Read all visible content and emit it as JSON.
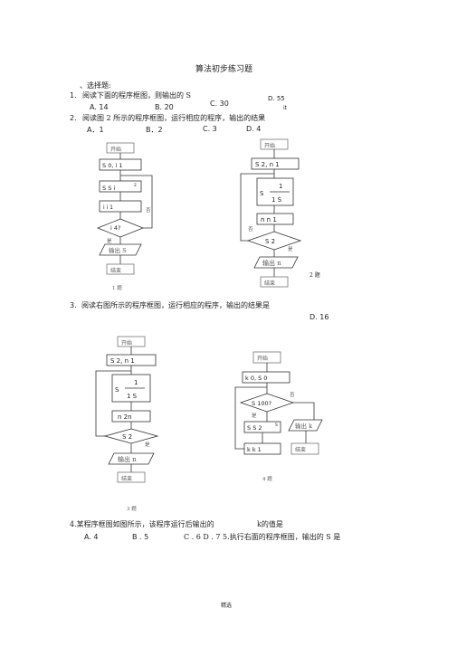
{
  "title": "算法初步练习题",
  "section": "、选择题:",
  "q1": {
    "num": "1.",
    "text": "阅读下面的程序框图，则输出的 S",
    "options": {
      "a": "A. 14",
      "b": "B. 20",
      "c": "C. 30",
      "d": "D. 55"
    }
  },
  "q2": {
    "num": "2.",
    "text": "阅读图 2 所示的程序框图，运行相应的程序，输出的结果",
    "options": {
      "a": "A．1",
      "b": "B．2",
      "c": "C. 3",
      "d": "D. 4"
    }
  },
  "q3": {
    "num": "3.",
    "text": "阅读右图所示的程序框图，运行相应的程序，输出的结果是",
    "option_d": "D. 16"
  },
  "q4_line": "4.某程序框图如图所示，该程序运行后输出的",
  "q4_tail": "k的值是",
  "q4_options": {
    "a": "A. 4",
    "b": "B . 5",
    "cd": "C . 6 D . 7 5.执行右面的程序框图，输出的 S 是"
  },
  "footer": "精选",
  "fig1": {
    "start": "开始",
    "init": "S   0, i   1",
    "assign": "S   S   i",
    "sup": "2",
    "incr": "i     i   1",
    "cond": "i    4?",
    "no": "否",
    "yes": "是",
    "output": "输出 S",
    "end": "结束",
    "caption": "1 题"
  },
  "fig2": {
    "start": "开始",
    "init": "S   2, n   1",
    "s_lhs": "S",
    "num": "1",
    "den": "1   S",
    "incr": "n   n   1",
    "cond": "S   2",
    "no": "否",
    "yes": "是",
    "output": "输出 n",
    "end": "结束",
    "caption": "2 题"
  },
  "fig3": {
    "start": "开始",
    "init": "S   2, n   1",
    "s_lhs": "S",
    "num": "1",
    "den": "1   S",
    "incr": "n   2n",
    "cond": "S   2",
    "yes": "是",
    "output": "输出 n",
    "end": "结束",
    "caption": "3 题"
  },
  "fig4": {
    "start": "开始",
    "init": "k   0, S   0",
    "cond": "S    100?",
    "no": "否",
    "yes": "是",
    "assign": "S   S   2",
    "sup": "S",
    "output": "输出 k",
    "incr": "k    k   1",
    "end": "结束",
    "caption": "4 题"
  },
  "marks": {
    "q1_extra": "it"
  }
}
